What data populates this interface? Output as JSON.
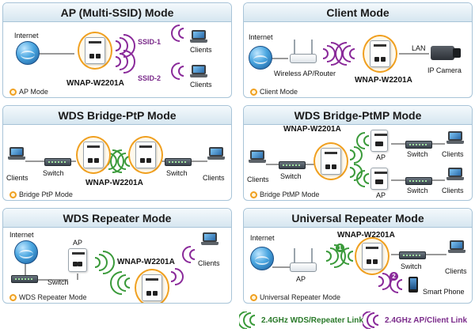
{
  "panels": {
    "ap_mode": {
      "title": "AP (Multi-SSID) Mode",
      "internet": "Internet",
      "device": "WNAP-W2201A",
      "ssid1": "SSID-1",
      "ssid2": "SSID-2",
      "clients_top": "Clients",
      "clients_bottom": "Clients",
      "mode_label": "AP Mode"
    },
    "client_mode": {
      "title": "Client Mode",
      "internet": "Internet",
      "router_label": "Wireless AP/Router",
      "device": "WNAP-W2201A",
      "lan": "LAN",
      "camera": "IP Camera",
      "mode_label": "Client Mode"
    },
    "wds_ptp": {
      "title": "WDS Bridge-PtP Mode",
      "clients_left": "Clients",
      "switch_left": "Switch",
      "switch_right": "Switch",
      "clients_right": "Clients",
      "device": "WNAP-W2201A",
      "mode_label": "Bridge PtP Mode"
    },
    "wds_ptmp": {
      "title": "WDS Bridge-PtMP Mode",
      "device": "WNAP-W2201A",
      "clients_left": "Clients",
      "switch_left": "Switch",
      "ap_top": "AP",
      "ap_bottom": "AP",
      "switch_top": "Switch",
      "switch_bottom": "Switch",
      "clients_top": "Clients",
      "clients_bottom": "Clients",
      "mode_label": "Bridge PtMP Mode"
    },
    "wds_repeater": {
      "title": "WDS Repeater Mode",
      "internet": "Internet",
      "ap": "AP",
      "switch": "Switch",
      "device": "WNAP-W2201A",
      "clients": "Clients",
      "mode_label": "WDS Repeater Mode"
    },
    "universal_repeater": {
      "title": "Universal Repeater Mode",
      "internet": "Internet",
      "ap": "AP",
      "device": "WNAP-W2201A",
      "switch": "Switch",
      "clients": "Clients",
      "phone": "Smart Phone",
      "num1": "1",
      "num2": "2",
      "mode_label": "Universal Repeater Mode"
    }
  },
  "legend": {
    "wds_link": "2.4GHz WDS/Repeater Link",
    "ap_client_link": "2.4GHz AP/Client Link"
  },
  "colors": {
    "wds_link": "#3a9a3a",
    "ap_client_link": "#8a2a9a",
    "panel_border": "#a8c4d8",
    "device_ring": "#f0a020"
  }
}
